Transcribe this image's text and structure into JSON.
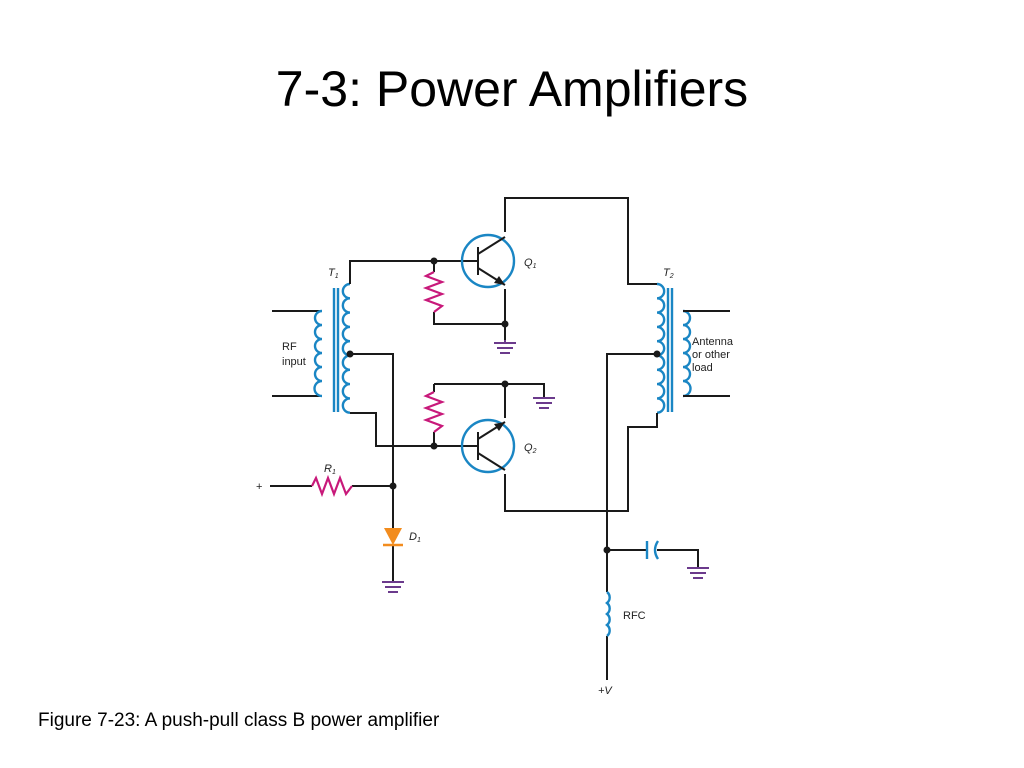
{
  "slide": {
    "title": "7-3: Power Amplifiers",
    "caption": "Figure 7-23: A push-pull class B power amplifier"
  },
  "diagram": {
    "labels": {
      "t1": "T",
      "t1_sub": "1",
      "t2": "T",
      "t2_sub": "2",
      "q1": "Q",
      "q1_sub": "1",
      "q2": "Q",
      "q2_sub": "2",
      "r1": "R",
      "r1_sub": "1",
      "d1": "D",
      "d1_sub": "1",
      "rf_line1": "RF",
      "rf_line2": "input",
      "load_line1": "Antenna",
      "load_line2": "or other",
      "load_line3": "load",
      "rfc": "RFC",
      "plus": "+",
      "plus_v": "+V"
    },
    "colors": {
      "wire": "#1a1a1a",
      "coil": "#1a86c4",
      "resistor": "#c8197a",
      "ground": "#6b3a8c",
      "diode": "#f28c1e",
      "capacitor": "#1a86c4"
    }
  }
}
